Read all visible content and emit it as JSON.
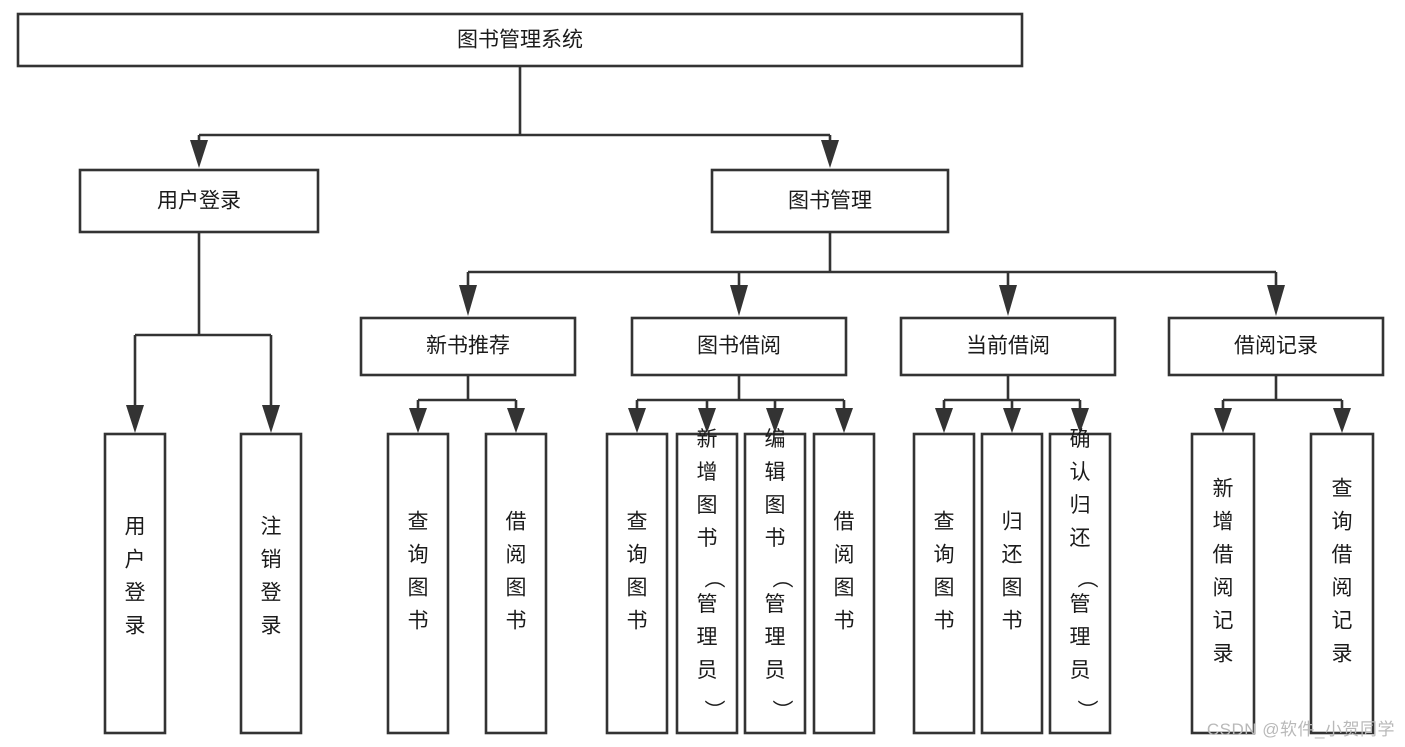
{
  "diagram": {
    "title": "图书管理系统",
    "type": "tree-hierarchy-chart",
    "watermark": "CSDN @软件_小贺同学",
    "colors": {
      "stroke": "#333333",
      "box_fill": "#ffffff",
      "text": "#1b1b1b",
      "watermark": "#b9b9b9",
      "background": "#ffffff"
    },
    "root": {
      "label": "图书管理系统"
    },
    "level2": [
      {
        "label": "用户登录"
      },
      {
        "label": "图书管理"
      }
    ],
    "level3": [
      {
        "label": "新书推荐"
      },
      {
        "label": "图书借阅"
      },
      {
        "label": "当前借阅"
      },
      {
        "label": "借阅记录"
      }
    ],
    "leaves": {
      "user_login": [
        {
          "label": "用户登录"
        },
        {
          "label": "注销登录"
        }
      ],
      "new_book_recommend": [
        {
          "label": "查询图书"
        },
        {
          "label": "借阅图书"
        }
      ],
      "book_borrow": [
        {
          "label": "查询图书"
        },
        {
          "label": "新增图书（管理员）"
        },
        {
          "label": "编辑图书（管理员）"
        },
        {
          "label": "借阅图书"
        }
      ],
      "current_borrow": [
        {
          "label": "查询图书"
        },
        {
          "label": "归还图书"
        },
        {
          "label": "确认归还（管理员）"
        }
      ],
      "borrow_records": [
        {
          "label": "新增借阅记录"
        },
        {
          "label": "查询借阅记录"
        }
      ]
    }
  }
}
